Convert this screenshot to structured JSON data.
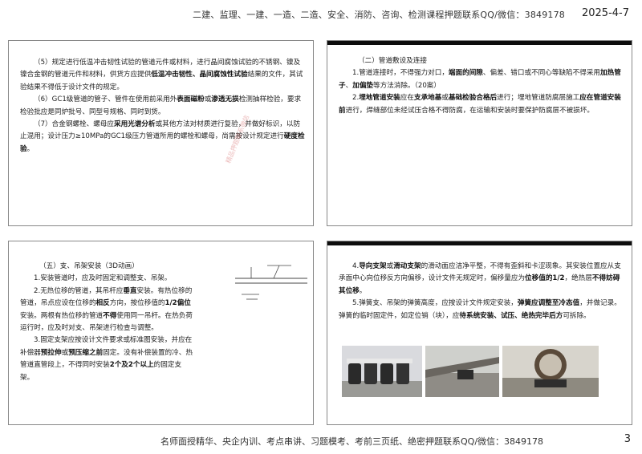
{
  "header": {
    "text": "二建、监理、一建、一造、二造、安全、消防、咨询、检测课程押题联系QQ/微信：3849178",
    "date": "2025-4-7"
  },
  "footer": {
    "text": "名师面授精华、央企内训、考点串讲、习题模考、考前三页纸、绝密押题联系QQ/微信：3849178",
    "page": "3"
  },
  "slide1": {
    "p1": [
      "（5）规定进行低温冲击韧性试验的管道元件或材料，进行晶间腐蚀试验的不锈钢、镍及镍合金钢的管道元件和材料，供货方应提供",
      "低温冲击韧性、晶间腐蚀性试验",
      "结果的文件，其试验结果不得低于设计文件的规定。"
    ],
    "p2": [
      "（6）GC1级管道的管子、管件在使用前采用外",
      "表面磁粉",
      "或",
      "渗透无损",
      "检测抽样检验，要求检验批应是同炉批号、同型号规格、同时到货。"
    ],
    "p3": [
      "（7）合金钢螺栓、螺母应",
      "采用光谱分析",
      "或其他方法对材质进行复验，并做好标识，以防止混用；设计压力≥10MPa的GC1级压力管道所用的螺栓和螺母，尚需按设计规定进行",
      "硬度检验",
      "。"
    ],
    "watermark": "精品押题联系微信"
  },
  "slide2": {
    "title": "（二）管道敷设及连接",
    "p1": [
      "1.管道连接时，不得强力对口，",
      "端面的间隙",
      "、偏差、错口或不同心等缺陷不得采用",
      "加热管子",
      "、",
      "加偏垫",
      "等方法消除。（20案）"
    ],
    "p2": [
      "2.",
      "埋地管道安装",
      "应在",
      "支承地基",
      "或",
      "基础检验合格后",
      "进行；埋地管道防腐层施工",
      "应在管道安装前",
      "进行，焊缝部位未经试压合格不得防腐，在运输和安装时要保护防腐层不被损坏。"
    ]
  },
  "slide3": {
    "title": "（五）支、吊架安装（3D动画）",
    "p1": "1.安装管道时，应及时固定和调整支、吊架。",
    "p2": [
      "2.无热位移的管道，其吊杆应",
      "垂直",
      "安装。有热位移的管道，吊点应设在位移的",
      "相反",
      "方向，按位移值的",
      "1/2偏位",
      "安装。两根有热位移的管道",
      "不得",
      "使用同一吊杆。在热负荷运行时，应及时对支、吊架进行检查与调整。"
    ],
    "p3": [
      "3.固定支架应按设计文件要求或标准图安装，并应在补偿器",
      "预拉伸",
      "或",
      "预压缩之前",
      "固定。没有补偿装置的冷、热管道直管段上，不得同时安装",
      "2个及2个以上",
      "的固定支架。"
    ]
  },
  "slide4": {
    "p1": [
      "4.",
      "导向支架",
      "或",
      "滑动支架",
      "的滑动面应洁净平整，不得有歪斜和卡涩现象。其安装位置应从支承面中心向位移反方向偏移，设计文件无规定时，偏移量应为",
      "位移值的1/2",
      "，绝热层",
      "不得妨碍其位移",
      "。"
    ],
    "p2": [
      "5.弹簧支、吊架的弹簧高度，应按设计文件规定安装，",
      "弹簧应调整至冷态值",
      "，并做记录。弹簧的临时固定件，如定位销（块），应",
      "待系统安装、试压、绝热完毕后方",
      "可拆除。"
    ]
  }
}
